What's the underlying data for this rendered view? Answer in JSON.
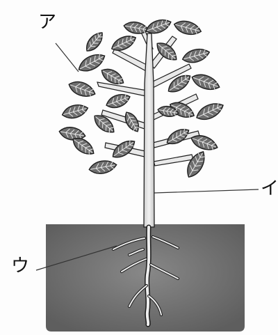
{
  "labels": {
    "leaf": "ア",
    "stem": "イ",
    "root": "ウ"
  },
  "colors": {
    "leaf_fill": "#6e6e6e",
    "leaf_outline": "#1e1e1e",
    "stem_fill": "#e6e6e6",
    "soil": "#7a7a7a",
    "root": "#ededed",
    "leader_line": "#333333"
  }
}
